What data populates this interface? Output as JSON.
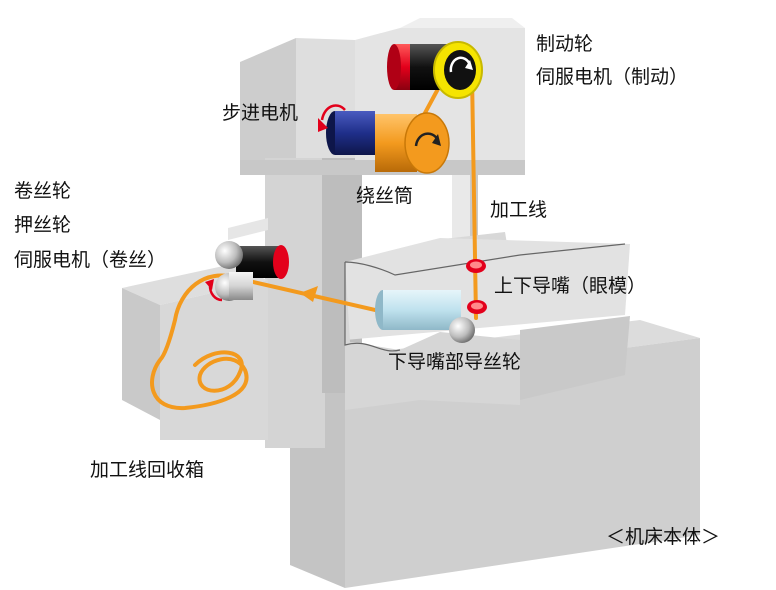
{
  "labels": {
    "brake_wheel": "制动轮",
    "servo_brake": "伺服电机（制动）",
    "stepper_motor": "步进电机",
    "spool": "绕丝筒",
    "wind_wheel": "卷丝轮",
    "pinch_wheel": "押丝轮",
    "servo_wind": "伺服电机（卷丝）",
    "machining_wire": "加工线",
    "upper_lower_nozzle": "上下导嘴（眼模）",
    "lower_nozzle_guide": "下导嘴部导丝轮",
    "wire_recovery_box": "加工线回收箱",
    "machine_body": "＜机床本体＞"
  },
  "colors": {
    "wire": "#f39a1e",
    "machine_light": "#e2e2e2",
    "machine_mid": "#cfcfcf",
    "machine_dark": "#bdbdbd",
    "red": "#e3001b",
    "yellow": "#f5e400",
    "navy": "#1f2f8a",
    "spool_orange": "#f39a1e",
    "guide_blue": "#bfe2ee"
  }
}
